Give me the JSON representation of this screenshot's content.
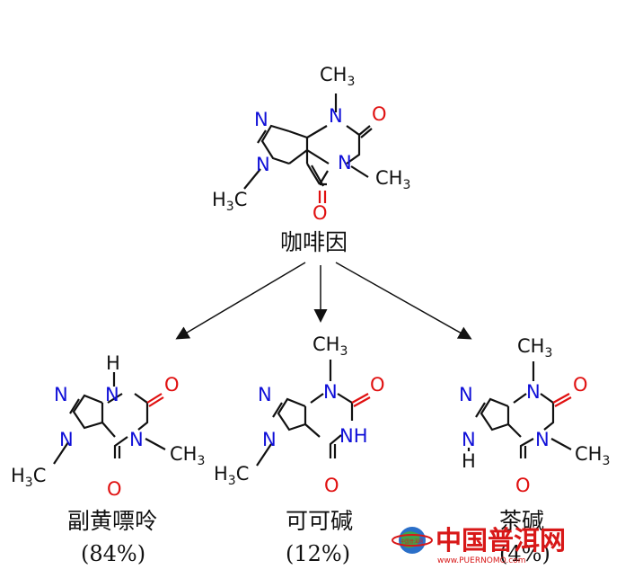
{
  "molecules": {
    "caffeine": {
      "name": "咖啡因"
    },
    "paraxanthine": {
      "name": "副黄嘌呤",
      "percent": "(84%)"
    },
    "theobromine": {
      "name": "可可碱",
      "percent": "(12%)"
    },
    "theophylline": {
      "name": "茶碱",
      "percent": "(4%)"
    }
  },
  "atoms": {
    "ch3": "CH",
    "h3c_h": "H",
    "h3c_c": "C",
    "three": "3",
    "n": "N",
    "nh": "NH",
    "hn_h": "H",
    "o": "O",
    "h": "H"
  },
  "watermark": {
    "title": "中国普洱网",
    "url": "www.PUERNOMO.com",
    "logo_text": "中国普洱网"
  },
  "colors": {
    "nitrogen": "#1010d8",
    "oxygen": "#e01010",
    "carbon": "#111111",
    "watermark": "#d81818"
  }
}
